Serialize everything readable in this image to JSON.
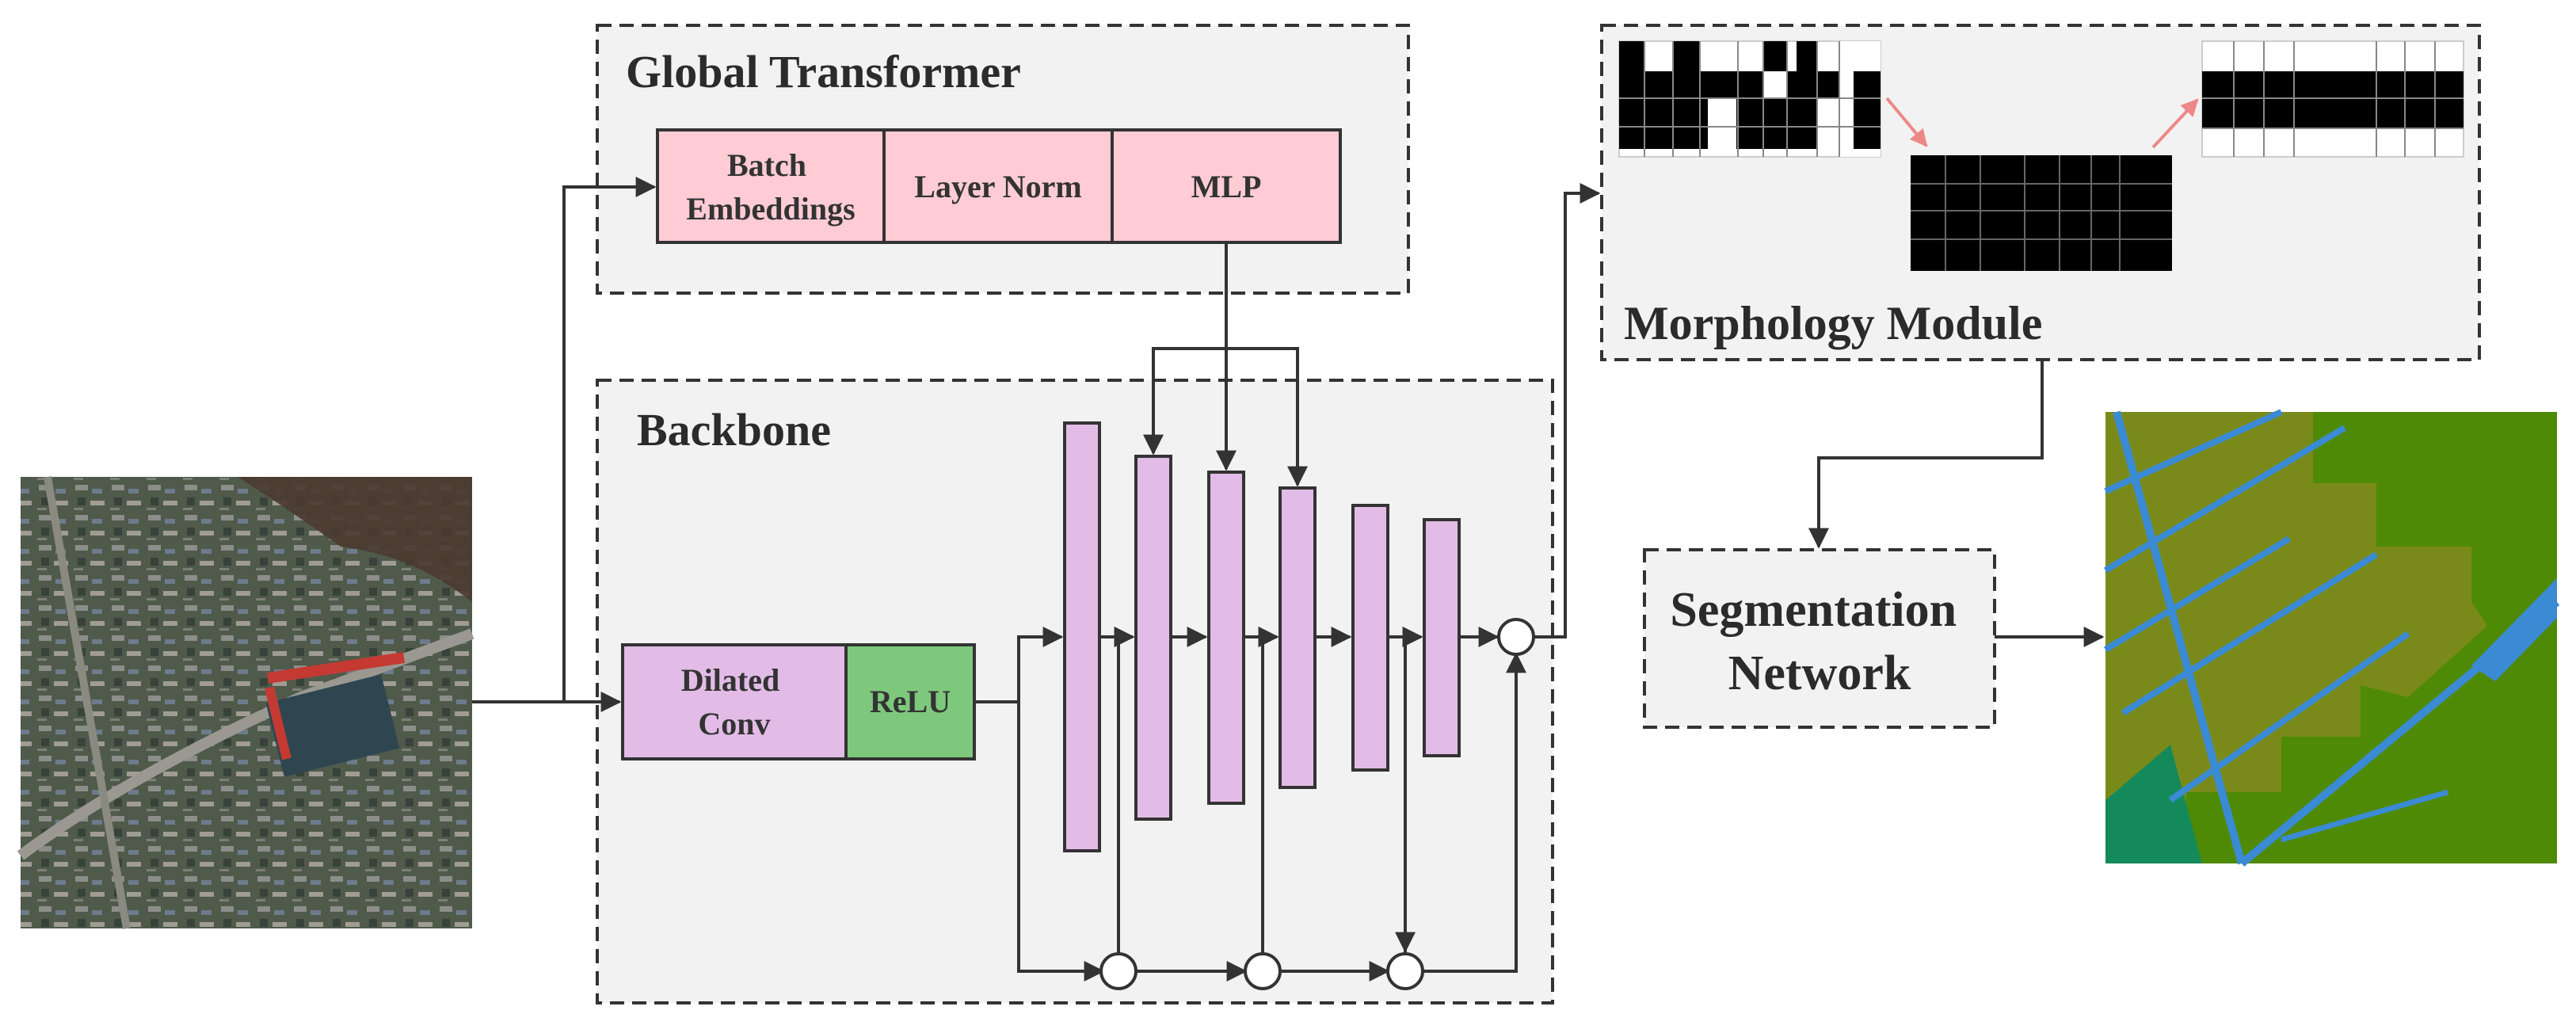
{
  "global_transformer": {
    "title": "Global Transformer",
    "blocks": [
      {
        "lines": [
          "Batch",
          "Embeddings"
        ]
      },
      {
        "lines": [
          "Layer Norm"
        ]
      },
      {
        "lines": [
          "MLP"
        ]
      }
    ]
  },
  "backbone": {
    "title": "Backbone",
    "blocks": [
      {
        "lines": [
          "Dilated",
          "Conv"
        ]
      },
      {
        "lines": [
          "ReLU"
        ]
      }
    ]
  },
  "morphology_module": {
    "title": "Morphology Module"
  },
  "segmentation_network": {
    "lines": [
      "Segmentation",
      "Network"
    ]
  },
  "colors": {
    "transformer_block": "#ffccd5",
    "conv_block": "#e2bce6",
    "relu_block": "#7ec87e",
    "feature_bar": "#e2bce6",
    "panel_fill": "#f2f2f2",
    "morph_arrow": "#ee8888",
    "seg_background": "#4f8a06",
    "seg_building": "#7a8a1a",
    "seg_road": "#3a8ad4",
    "seg_forest": "#148a5a"
  }
}
